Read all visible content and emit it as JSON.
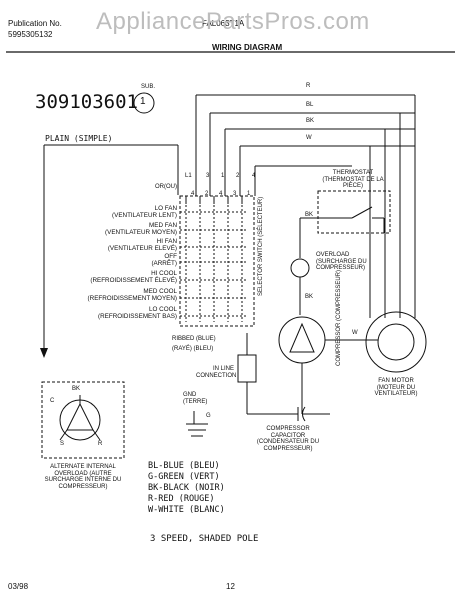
{
  "header": {
    "publication_label": "Publication No.",
    "publication_number": "5995305132",
    "model": "FAL063T1A",
    "section_title": "WIRING DIAGRAM",
    "watermark": "AppliancePartsPros.com"
  },
  "diagram": {
    "part_number": "309103601",
    "sub_label": "SUB.",
    "sub_number": "1",
    "plain_label": "PLAIN (SIMPLE)",
    "terminals": [
      "L1",
      "3",
      "1",
      "2",
      "4"
    ],
    "or_label": "OR(OU)",
    "terminals_b": [
      "4",
      "2",
      "4",
      "3",
      "1"
    ],
    "switch_positions": [
      "LO FAN",
      "(VENTILATEUR LENT)",
      "MED FAN",
      "(VENTILATEUR MOYEN)",
      "HI FAN",
      "(VENTILATEUR ELEVÉ)",
      "OFF",
      "(ARRÊT)",
      "HI COOL",
      "(REFROIDISSEMENT ÉLEVÉ)",
      "MED COOL",
      "(REFROIDISSEMENT MOYEN)",
      "LO COOL",
      "(REFROIDISSEMENT BAS)"
    ],
    "selector_switch": "SELECTOR SWITCH (SÉLECTEUR)",
    "wire_colors": [
      "R",
      "BL",
      "BK",
      "W"
    ],
    "thermostat": "THERMOSTAT (THERMOSTAT DE LA PIÈCE)",
    "bk_label": "BK",
    "overload": "OVERLOAD (SURCHARGE DU COMPRESSEUR)",
    "compressor": "COMPRESSOR (COMPRESSEUR)",
    "ribbed": "RIBBED (BLUE)",
    "raye": "(RAYÉ) (BLEU)",
    "in_line": "IN LINE CONNECTION",
    "gnd": "GND (TERRE)",
    "g_label": "G",
    "capacitor": "COMPRESSOR CAPACITOR (CONDENSATEUR DU COMPRESSEUR)",
    "fan_motor": "FAN MOTOR (MOTEUR DU VENTILATEUR)",
    "w_label": "W",
    "alt_overload": "ALTERNATE INTERNAL OVERLOAD (AUTRE SURCHARGE INTERNE DU COMPRESSEUR)",
    "csr": [
      "C",
      "S",
      "R"
    ],
    "legend": [
      "BL-BLUE (BLEU)",
      "G-GREEN (VERT)",
      "BK-BLACK (NOIR)",
      "R-RED (ROUGE)",
      "W-WHITE (BLANC)"
    ],
    "footer_title": "3 SPEED, SHADED POLE"
  },
  "footer": {
    "date": "03/98",
    "page": "12"
  }
}
